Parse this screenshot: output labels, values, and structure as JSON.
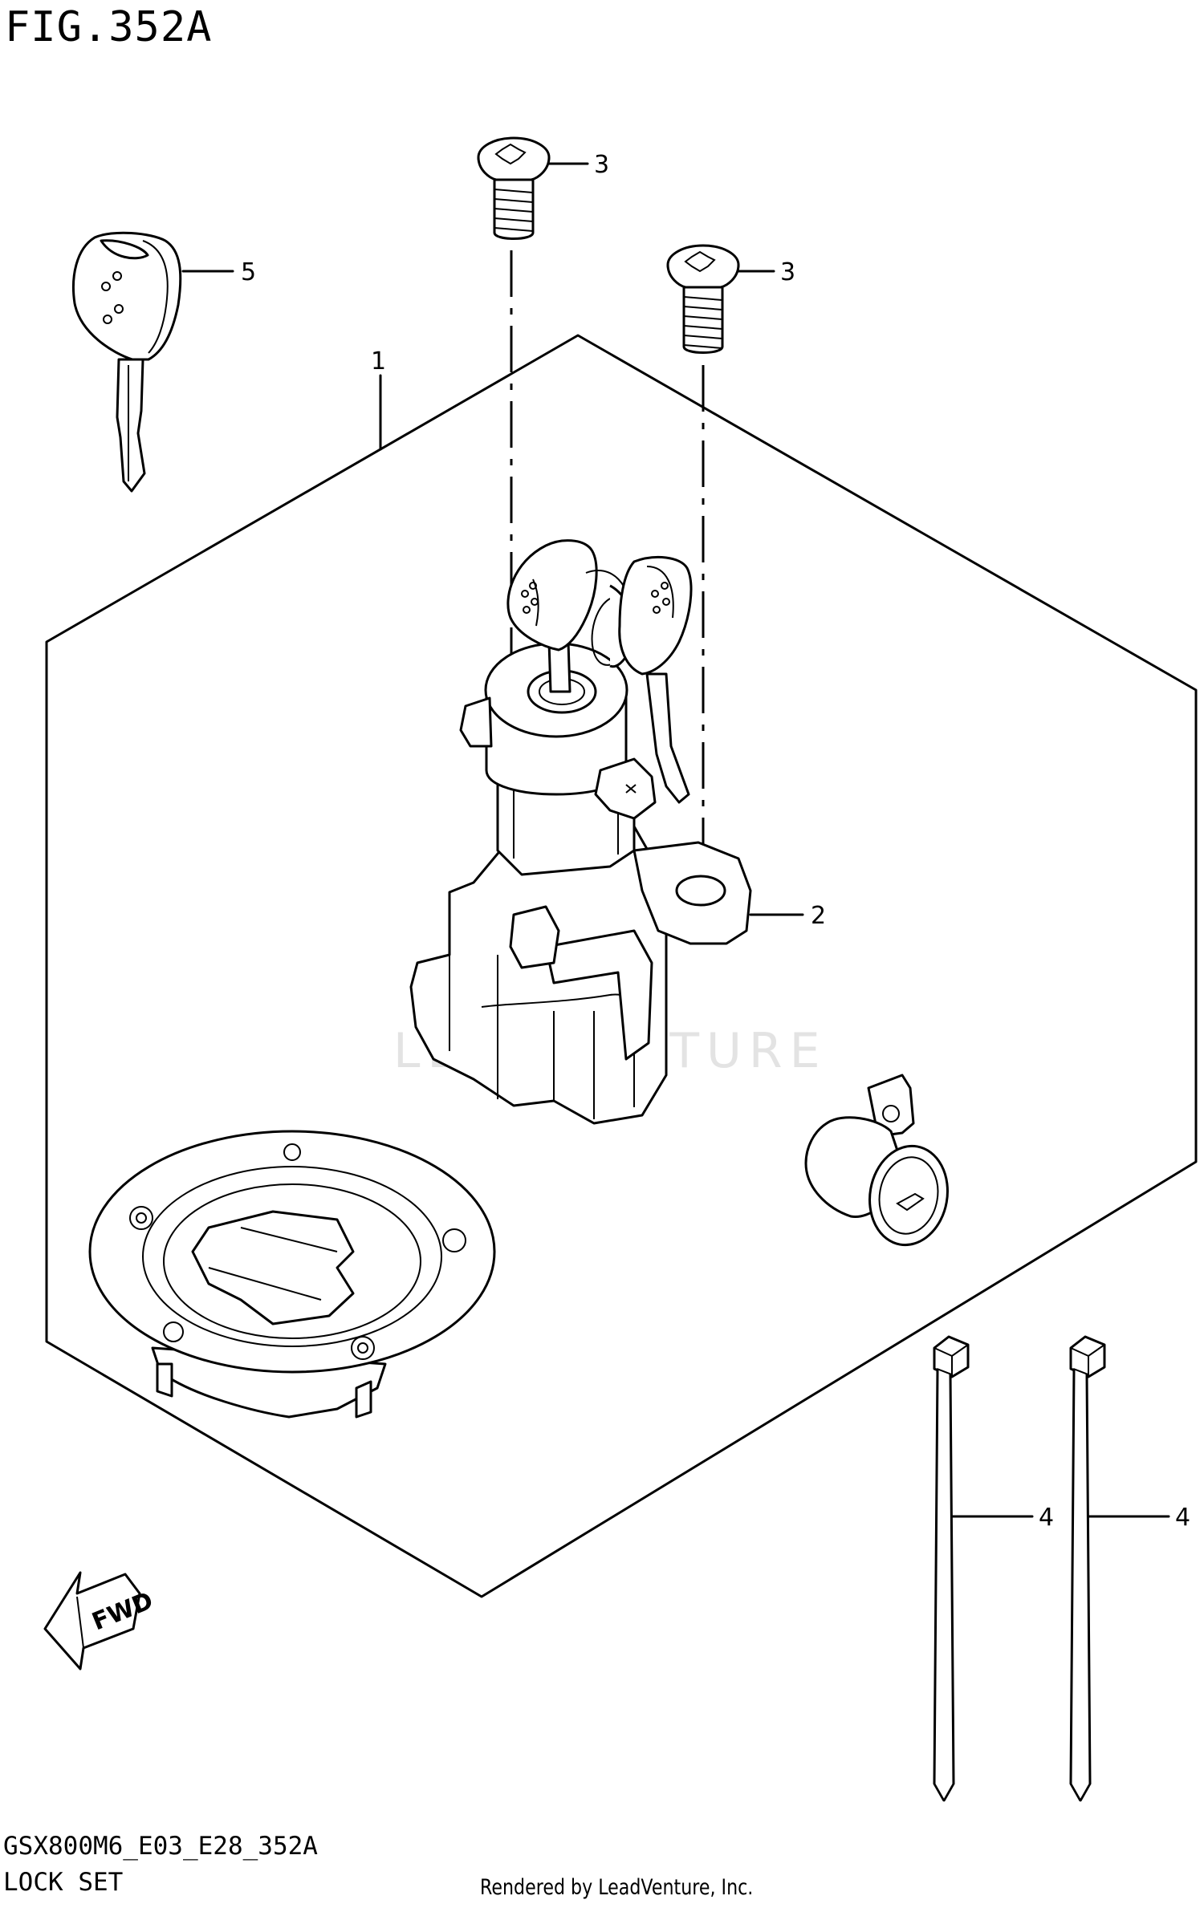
{
  "figure": {
    "title": "FIG.352A",
    "model_code": "GSX800M6_E03_E28_352A",
    "section_name": "LOCK SET",
    "credit": "Rendered by LeadVenture, Inc.",
    "watermark": "LEADVENTURE",
    "direction_label": "FWD"
  },
  "callouts": [
    {
      "id": "1",
      "part": "lock-set-assembly-outline"
    },
    {
      "id": "2",
      "part": "ignition-switch"
    },
    {
      "id": "3",
      "part": "screw-left"
    },
    {
      "id": "3",
      "part": "screw-right"
    },
    {
      "id": "4",
      "part": "cable-tie-left"
    },
    {
      "id": "4",
      "part": "cable-tie-right"
    },
    {
      "id": "5",
      "part": "key"
    }
  ],
  "colors": {
    "line": "#000000",
    "background": "#ffffff",
    "watermark": "#e3e3e3"
  }
}
